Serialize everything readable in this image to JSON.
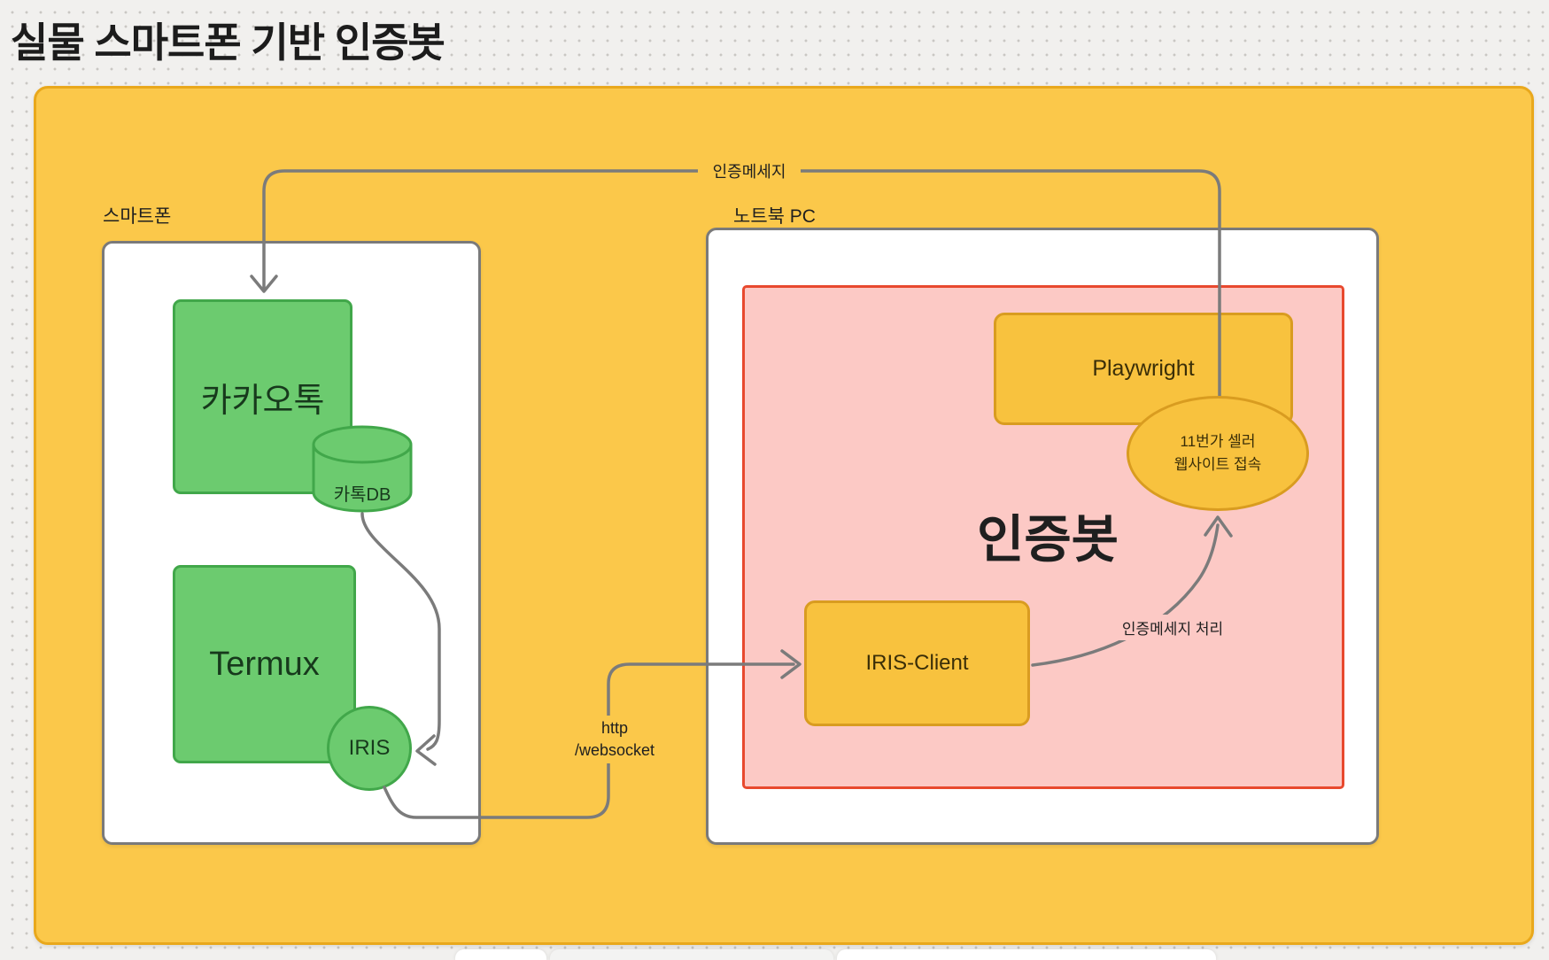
{
  "page": {
    "title": "실물 스마트폰 기반 인증봇"
  },
  "diagram": {
    "groups": {
      "smartphone": {
        "label": "스마트폰"
      },
      "laptop": {
        "label": "노트북 PC"
      }
    },
    "nodes": {
      "kakaotalk": {
        "label": "카카오톡"
      },
      "kakaodb": {
        "label": "카톡DB"
      },
      "termux": {
        "label": "Termux"
      },
      "iris": {
        "label": "IRIS"
      },
      "authbot": {
        "label": "인증봇"
      },
      "playwright": {
        "label": "Playwright"
      },
      "seller_site": {
        "line1": "11번가 셀러",
        "line2": "웹사이트 접속"
      },
      "iris_client": {
        "label": "IRIS-Client"
      }
    },
    "edges": {
      "auth_message": {
        "label": "인증메세지"
      },
      "http_websocket": {
        "line1": "http",
        "line2": "/websocket"
      },
      "auth_processing": {
        "label": "인증메세지 처리"
      }
    },
    "colors": {
      "page_bg": "#F1F0EE",
      "grid_dot": "#C9C7C3",
      "canvas_fill": "#FBC84A",
      "canvas_border": "#E9A81C",
      "white_box_border": "#7A7A7A",
      "green_fill": "#6CCB6F",
      "green_border": "#41A74A",
      "pink_fill": "#FCC9C5",
      "pink_border": "#E8492E",
      "amber_node_fill": "#F8C23E",
      "amber_node_border": "#D99C20",
      "connector_gray": "#7B7B7B",
      "text_dark": "#1F1F1F"
    }
  }
}
